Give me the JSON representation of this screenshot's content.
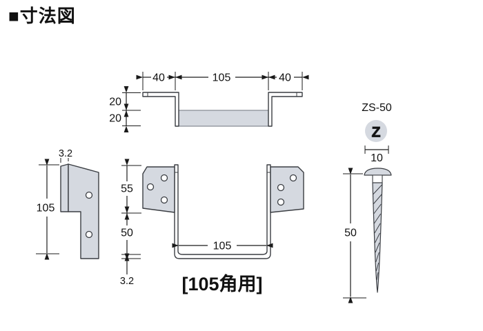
{
  "title": "■寸法図",
  "caption": "[105角用]",
  "colors": {
    "steel_fill": "#d5d9e0",
    "outline": "#3a3d42",
    "dim_line": "#1a1a1a"
  },
  "top_view": {
    "width_left": "40",
    "width_center": "105",
    "width_right": "40",
    "depth_upper": "20",
    "depth_lower": "20"
  },
  "side_view": {
    "plate_thickness": "3.2",
    "height": "105"
  },
  "front_view": {
    "wing_height": "55",
    "drop_depth": "50",
    "bottom_thickness": "3.2",
    "inner_width": "105"
  },
  "nail": {
    "model": "ZS-50",
    "head_mark": "Z",
    "head_diameter": "10",
    "length": "50"
  }
}
